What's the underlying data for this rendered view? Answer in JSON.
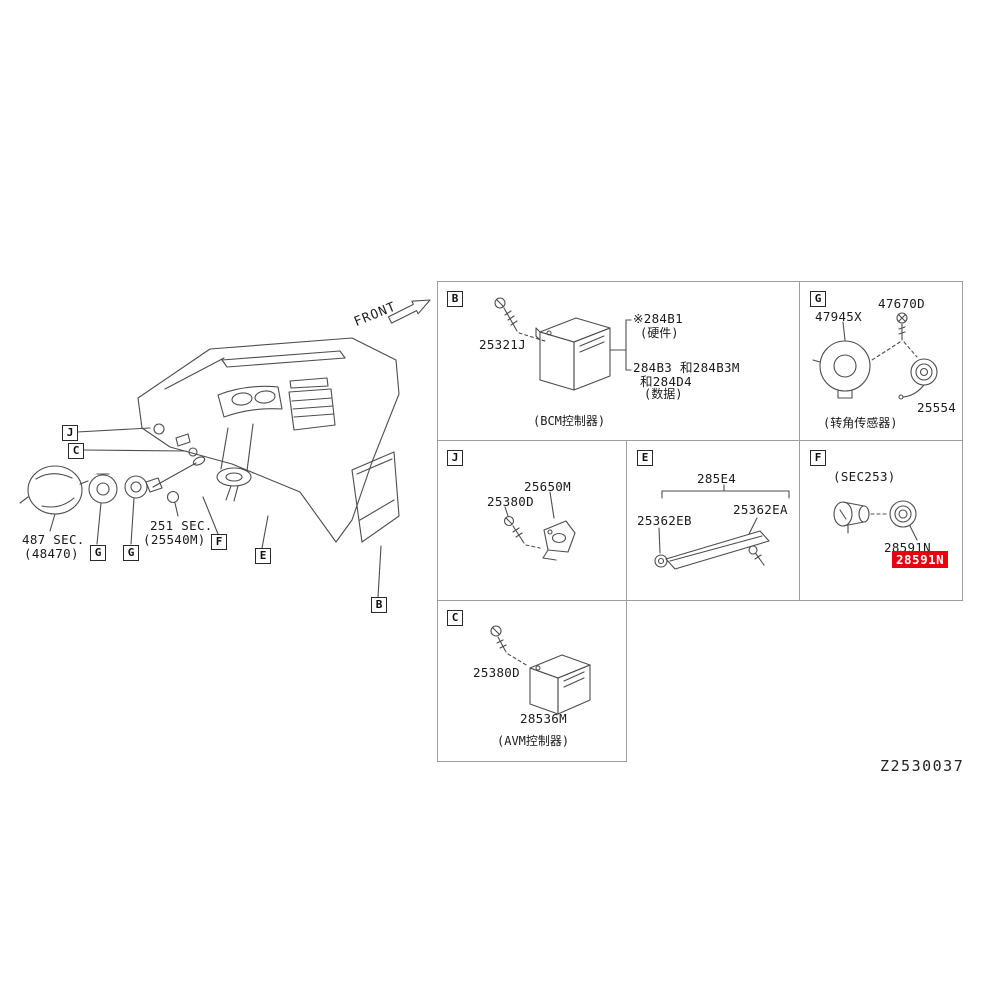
{
  "diagram": {
    "front_label": "FRONT",
    "code": "Z2530037",
    "highlight_color": "#e8000d"
  },
  "vehicle_view": {
    "callout_j": "J",
    "callout_c": "C",
    "callout_g1": "G",
    "callout_g2": "G",
    "callout_f": "F",
    "callout_e": "E",
    "callout_b": "B",
    "sec_487_line1": "487 SEC.",
    "sec_487_line2": "(48470)",
    "sec_251_line1": "251 SEC.",
    "sec_251_line2": "(25540M)"
  },
  "panel_b": {
    "tag": "B",
    "part_25321j": "25321J",
    "part_284b1": "※284B1",
    "part_284b1_note": "(硬件)",
    "part_284b3": "284B3 和284B3M",
    "part_284d4": "和284D4",
    "part_284d4_note": "(数据)",
    "caption": "(BCM控制器)"
  },
  "panel_g": {
    "tag": "G",
    "part_47945x": "47945X",
    "part_47670d": "47670D",
    "part_25554": "25554",
    "caption": "(转角传感器)"
  },
  "panel_j": {
    "tag": "J",
    "part_25650m": "25650M",
    "part_25380d": "25380D"
  },
  "panel_e": {
    "tag": "E",
    "part_285e4": "285E4",
    "part_25362eb": "25362EB",
    "part_25362ea": "25362EA"
  },
  "panel_f": {
    "tag": "F",
    "sec_label": "(SEC253)",
    "part_28591n": "28591N",
    "part_28591n_highlight": "28591N"
  },
  "panel_c": {
    "tag": "C",
    "part_25380d": "25380D",
    "part_28536m": "28536M",
    "caption": "(AVM控制器)"
  }
}
